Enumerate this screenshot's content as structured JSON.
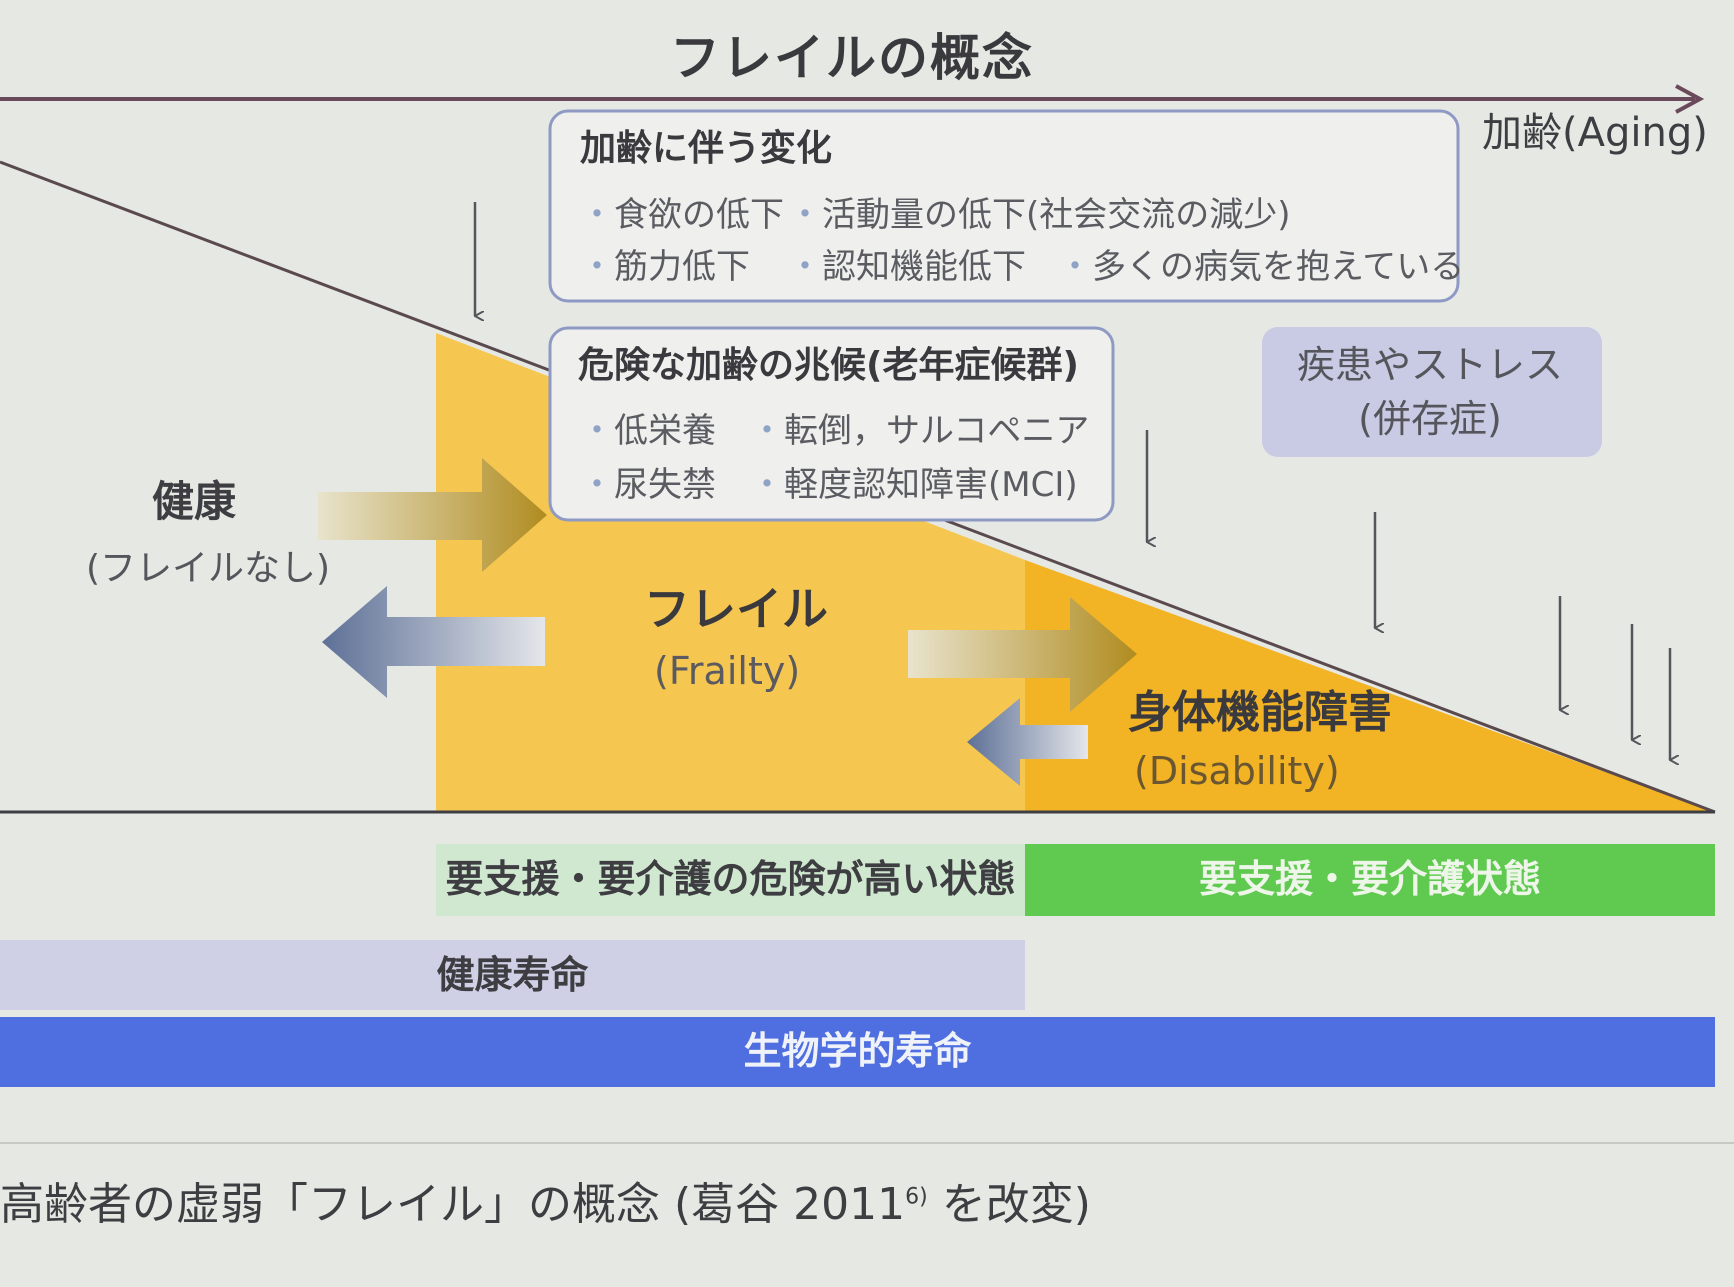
{
  "title": "フレイルの概念",
  "axis_label": "加齢(Aging)",
  "aging_changes": {
    "heading": "加齢に伴う変化",
    "items": [
      "食欲の低下",
      "活動量の低下(社会交流の減少)",
      "筋力低下",
      "認知機能低下",
      "多くの病気を抱えている"
    ]
  },
  "danger_signs": {
    "heading": "危険な加齢の兆候(老年症候群)",
    "items": [
      "低栄養",
      "転倒，サルコペニア",
      "尿失禁",
      "軽度認知障害(MCI)"
    ]
  },
  "disease_stress": {
    "line1": "疾患やストレス",
    "line2": "(併存症)"
  },
  "health": {
    "label": "健康",
    "sub": "(フレイルなし)"
  },
  "frailty": {
    "label": "フレイル",
    "sub": "(Frailty)"
  },
  "disability": {
    "label": "身体機能障害",
    "sub": "(Disability)"
  },
  "bars": {
    "high_risk": "要支援・要介護の危険が高い状態",
    "care_state": "要支援・要介護状態",
    "healthy_life": "健康寿命",
    "bio_life": "生物学的寿命"
  },
  "caption": {
    "prefix": "高齢者の虚弱「フレイル」の概念 (葛谷 2011",
    "ref": "6)",
    "suffix": " を改変)"
  },
  "colors": {
    "frailty_zone": "#f5c650",
    "disability_zone": "#f2b425",
    "high_risk_bar": "#cfe8cf",
    "care_bar": "#5fca4f",
    "healthy_life_bar": "#cfd0e6",
    "bio_life_bar": "#4f6fe0",
    "stress_box": "#c9cae4"
  }
}
